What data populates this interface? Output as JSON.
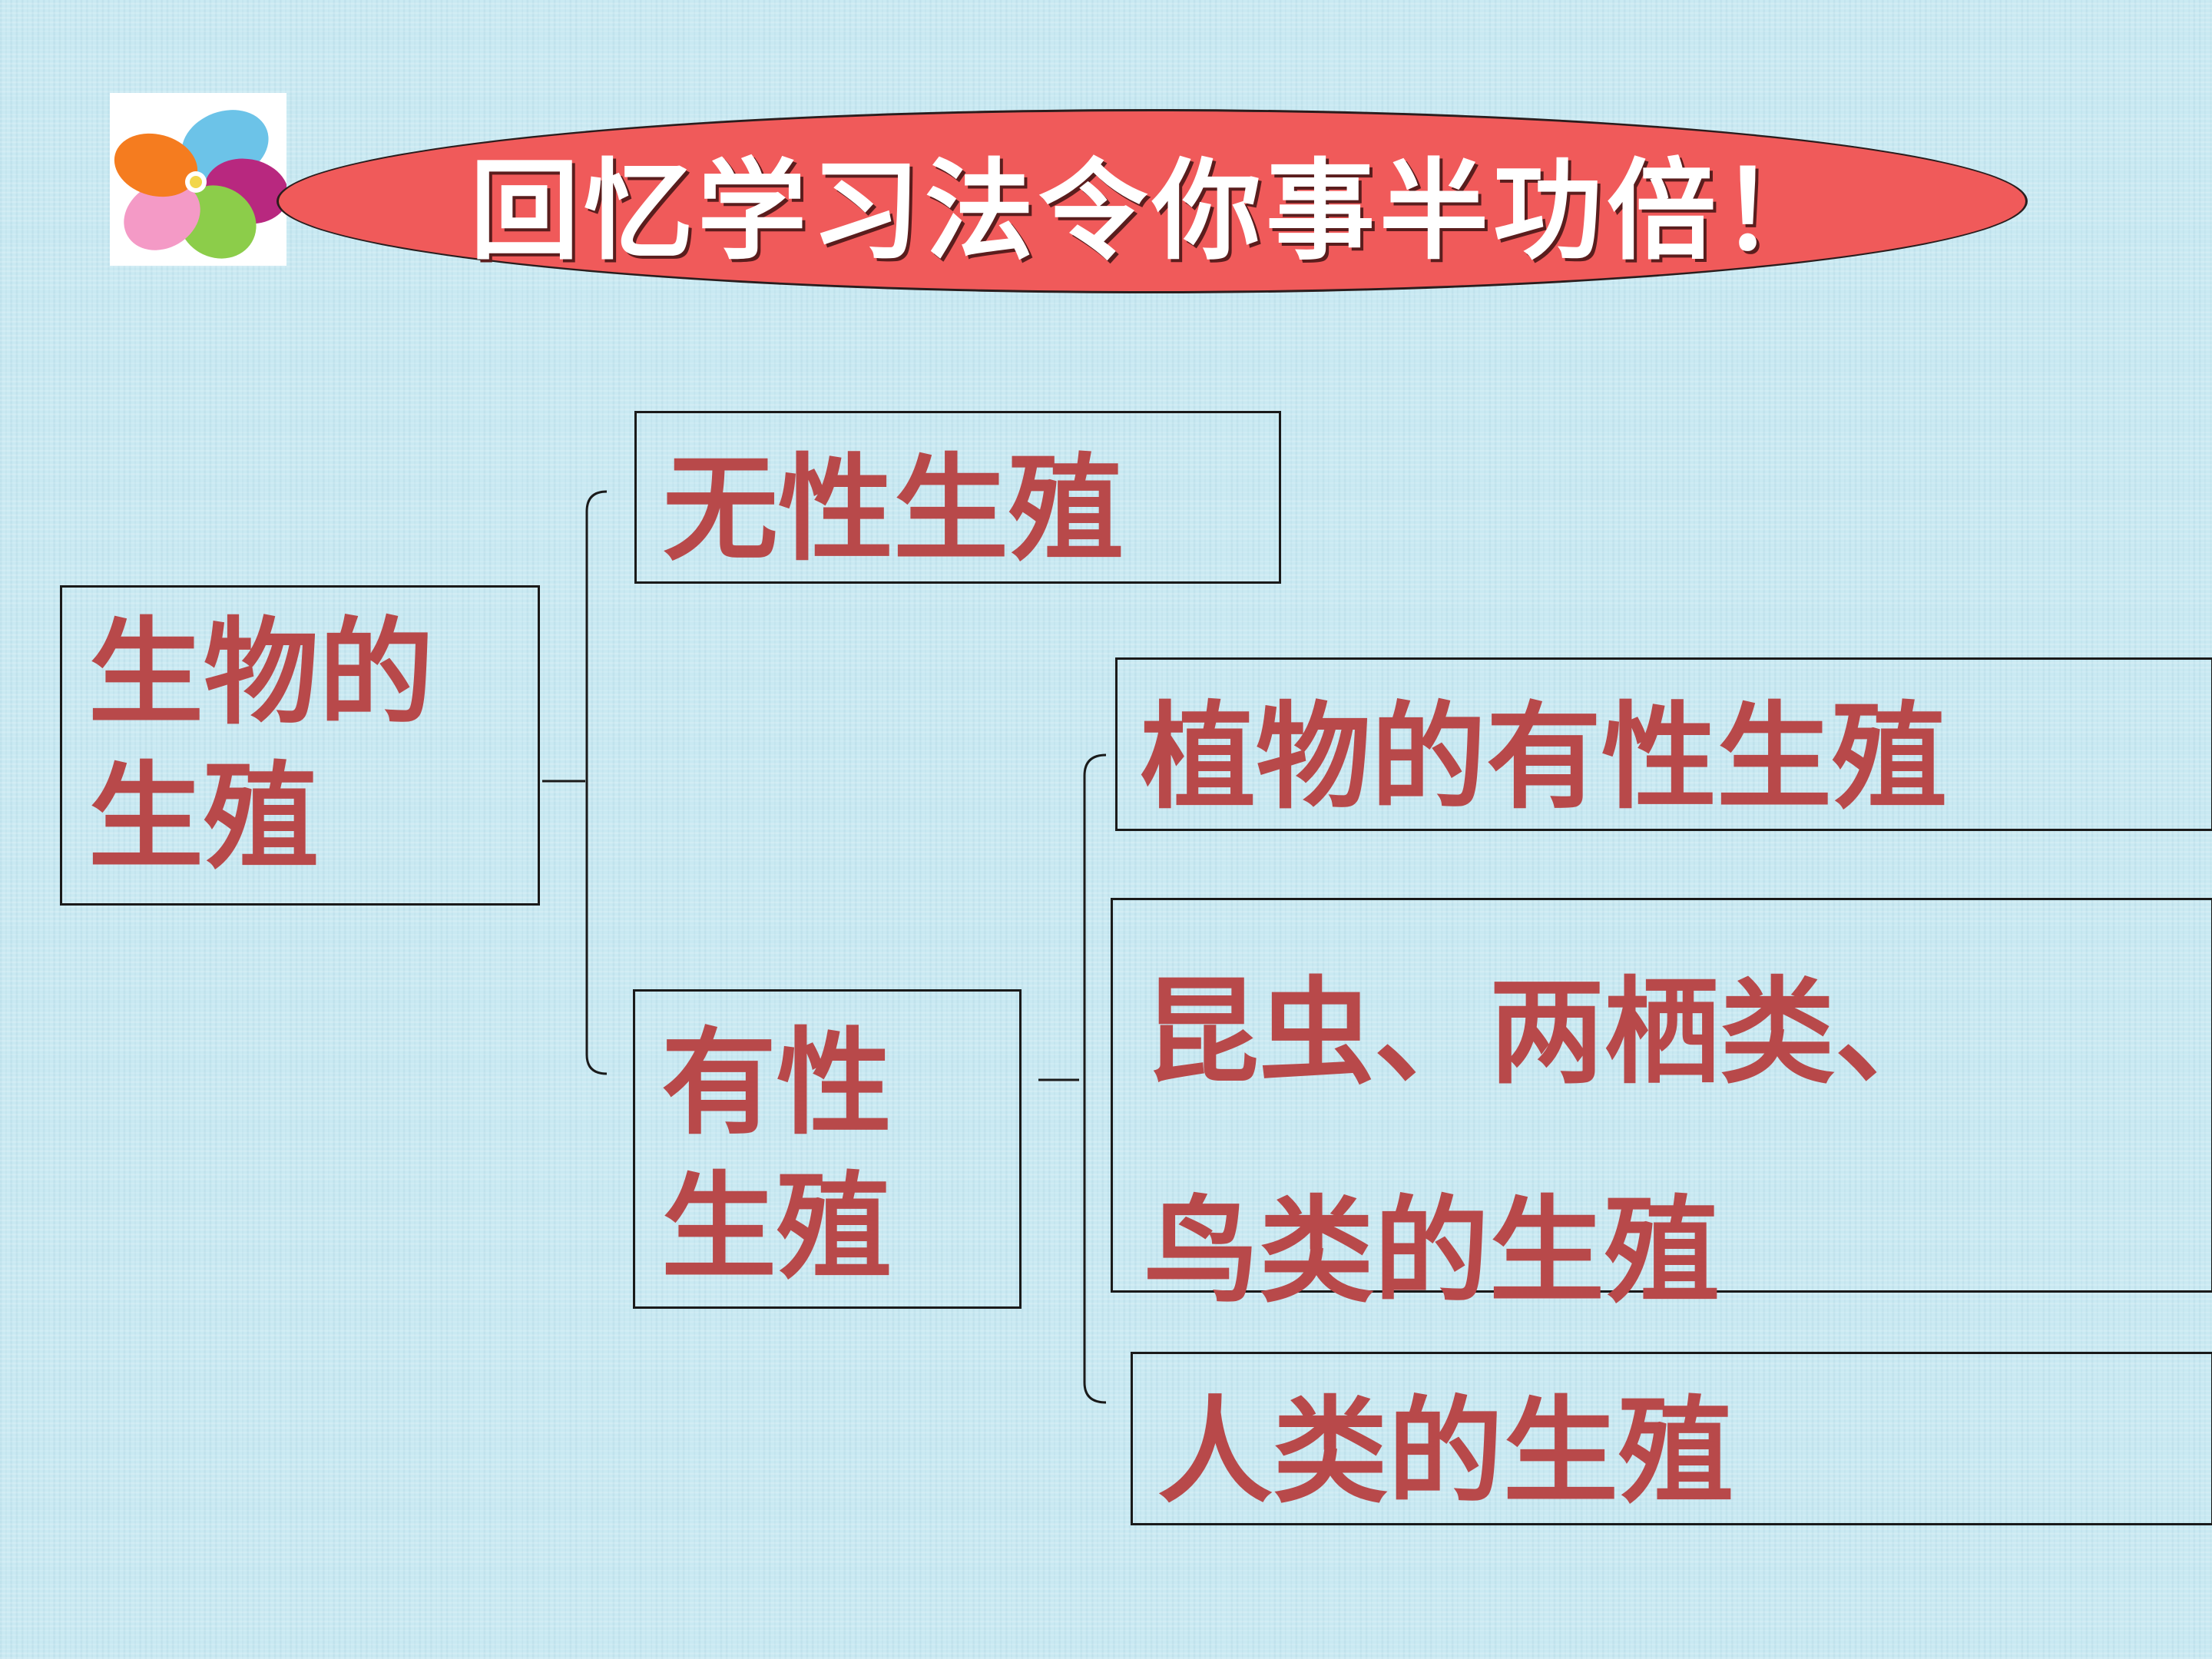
{
  "title": "回忆学习法令你事半功倍！",
  "logo": {
    "icon": "flower-icon",
    "petal_colors": [
      "#6cc3e8",
      "#b8287f",
      "#8ccd4a",
      "#f49ac6",
      "#f57c1f"
    ]
  },
  "colors": {
    "banner": "#f05a5a",
    "node_text": "#b8494a",
    "background": "#c9e9f2"
  },
  "root": {
    "line1": "生物的",
    "line2": "生殖"
  },
  "asexual": {
    "label": "无性生殖"
  },
  "sexual": {
    "line1": "有性",
    "line2": "生殖"
  },
  "children": {
    "plant": "植物的有性生殖",
    "insects_line1": "昆虫、两栖类、",
    "insects_line2": "鸟类的生殖",
    "human": "人类的生殖"
  }
}
